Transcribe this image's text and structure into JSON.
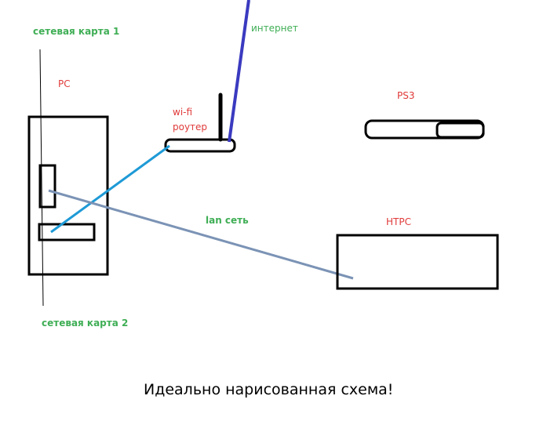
{
  "labels": {
    "nic1": "сетевая карта 1",
    "nic2": "сетевая карта 2",
    "pc": "PC",
    "router_line1": "wi-fi",
    "router_line2": "роутер",
    "internet": "интернет",
    "ps3": "PS3",
    "htpc": "HTPC",
    "lan": "lan сеть"
  },
  "caption": "Идеально нарисованная схема!",
  "colors": {
    "green": "#3fae55",
    "red": "#e03a3a",
    "wifi": "#1e9ad6",
    "lan": "#7b93b5",
    "internet": "#3a3ac0"
  }
}
